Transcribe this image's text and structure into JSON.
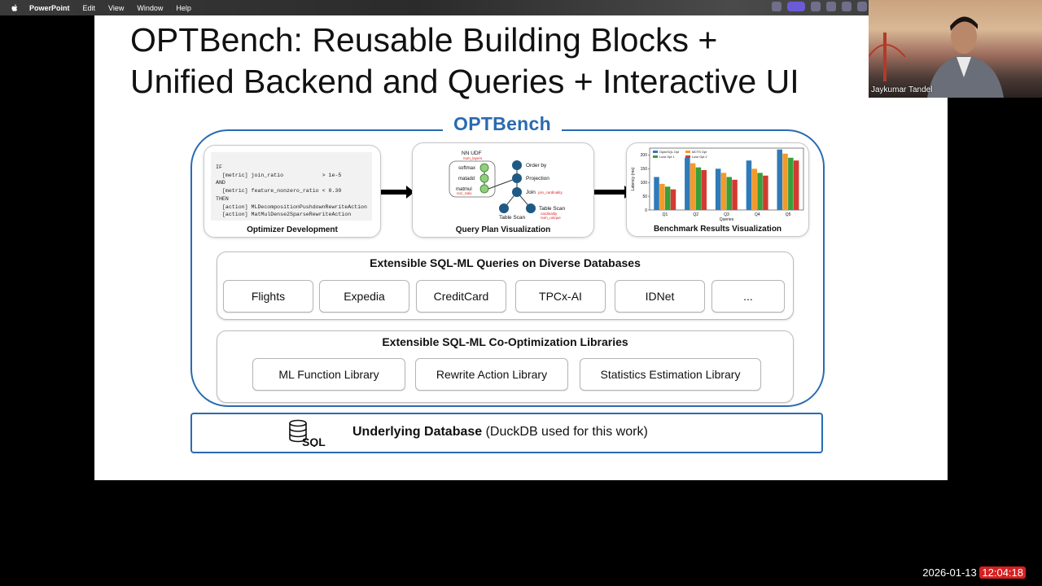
{
  "menubar": {
    "apple_icon": "apple-icon",
    "items": [
      "PowerPoint",
      "Edit",
      "View",
      "Window",
      "Help"
    ]
  },
  "slide": {
    "title_line1": "OPTBench: Reusable Building Blocks +",
    "title_line2": "Unified Backend and Queries + Interactive UI",
    "optbench_label": "OPTBench",
    "panels": {
      "optimizer": {
        "caption": "Optimizer Development",
        "code": "IF\n  [metric] join_ratio            > 1e-5\nAND\n  [metric] feature_nonzero_ratio < 0.30\nTHEN\n  [action] MLDecompositionPushdownRewriteAction\n  [action] MatMulDense2SparseRewriteAction"
      },
      "query_plan": {
        "caption": "Query Plan Visualization",
        "nn_udf": "NN UDF",
        "num_layers": "num_layers",
        "softmax": "softmax",
        "matadd": "matadd",
        "matmul": "matmul",
        "nnz_ratio": "nnz_ratio",
        "order_by": "Order by",
        "projection": "Projection",
        "join": "Join",
        "join_cardinality": "join_cardinality",
        "table_scan": "Table Scan",
        "cardinality": "cardinality",
        "num_unique": "num_unique"
      },
      "benchmark": {
        "caption": "Benchmark Results Visualization"
      }
    },
    "queries_box": {
      "header": "Extensible SQL-ML Queries on Diverse Databases",
      "chips": [
        "Flights",
        "Expedia",
        "CreditCard",
        "TPCx-AI",
        "IDNet",
        "..."
      ]
    },
    "libraries_box": {
      "header": "Extensible SQL-ML Co-Optimization Libraries",
      "chips": [
        "ML Function Library",
        "Rewrite Action Library",
        "Statistics Estimation Library"
      ]
    },
    "database": {
      "label_bold": "Underlying Database",
      "label_rest": " (DuckDB used for this work)",
      "icon_text": "SQL",
      "icon": "database-sql-icon"
    }
  },
  "video": {
    "participant_name": "Jaykumar Tandel"
  },
  "clock": {
    "date": "2026-01-13",
    "time": "12:04:18"
  },
  "chart_data": {
    "type": "bar",
    "title": "",
    "xlabel": "Queries",
    "ylabel": "Latency (ms)",
    "categories": [
      "Q1",
      "Q2",
      "Q3",
      "Q4",
      "Q5"
    ],
    "ylim": [
      0,
      225
    ],
    "yticks": [
      0,
      50,
      100,
      150,
      200
    ],
    "legend_position": "top-left",
    "colors": [
      "#2f7ab8",
      "#f39a2b",
      "#3a9e3a",
      "#d33a32"
    ],
    "series": [
      {
        "name": "OpenSQL Opt",
        "values": [
          120,
          190,
          150,
          180,
          220
        ]
      },
      {
        "name": "MCTS Opt",
        "values": [
          95,
          170,
          135,
          150,
          205
        ]
      },
      {
        "name": "Love Opt 1",
        "values": [
          85,
          155,
          120,
          135,
          190
        ]
      },
      {
        "name": "Love Opt 2",
        "values": [
          75,
          145,
          110,
          125,
          180
        ]
      }
    ]
  }
}
